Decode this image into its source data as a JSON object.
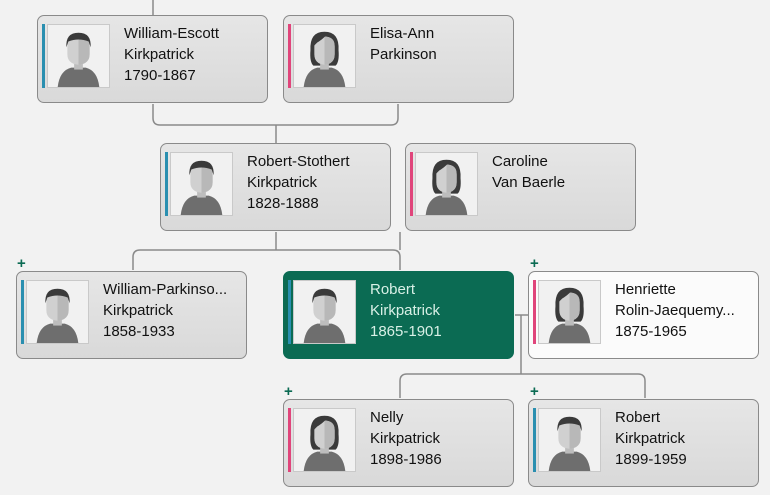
{
  "colors": {
    "male": "#2a8fb0",
    "female": "#e0457b",
    "selected": "#0b6b53",
    "plus": "#0b6b53"
  },
  "people": {
    "william_escott": {
      "line1": "William-Escott",
      "line2": "Kirkpatrick",
      "line3": "1790-1867",
      "gender": "male"
    },
    "elisa_ann": {
      "line1": "Elisa-Ann",
      "line2": "Parkinson",
      "line3": "",
      "gender": "female"
    },
    "robert_stothert": {
      "line1": "Robert-Stothert",
      "line2": "Kirkpatrick",
      "line3": "1828-1888",
      "gender": "male"
    },
    "caroline": {
      "line1": "Caroline",
      "line2": "Van Baerle",
      "line3": "",
      "gender": "female"
    },
    "william_parkinson": {
      "line1": "William-Parkinso...",
      "line2": "Kirkpatrick",
      "line3": "1858-1933",
      "gender": "male"
    },
    "robert": {
      "line1": "Robert",
      "line2": "Kirkpatrick",
      "line3": "1865-1901",
      "gender": "male",
      "selected": true
    },
    "henriette": {
      "line1": "Henriette",
      "line2": "Rolin-Jaequemy...",
      "line3": "1875-1965",
      "gender": "female"
    },
    "nelly": {
      "line1": "Nelly",
      "line2": "Kirkpatrick",
      "line3": "1898-1986",
      "gender": "female"
    },
    "robert_child": {
      "line1": "Robert",
      "line2": "Kirkpatrick",
      "line3": "1899-1959",
      "gender": "male"
    }
  },
  "expand_icon": "+"
}
